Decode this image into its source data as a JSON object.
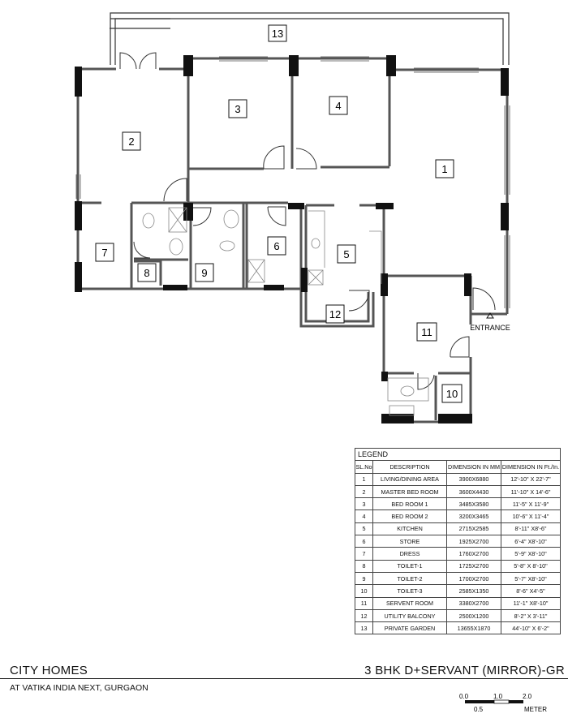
{
  "rooms": {
    "r1": "1",
    "r2": "2",
    "r3": "3",
    "r4": "4",
    "r5": "5",
    "r6": "6",
    "r7": "7",
    "r8": "8",
    "r9": "9",
    "r10": "10",
    "r11": "11",
    "r12": "12",
    "r13": "13"
  },
  "entrance_label": "ENTRANCE",
  "legend": {
    "title": "LEGEND",
    "headers": [
      "SL.No",
      "DESCRIPTION",
      "DIMENSION IN MM",
      "DIMENSION IN Ft./In."
    ],
    "rows": [
      [
        "1",
        "LIVING/DINING AREA",
        "3900X6880",
        "12'-10\" X 22'-7\""
      ],
      [
        "2",
        "MASTER BED ROOM",
        "3600X4430",
        "11'-10\" X 14'-6\""
      ],
      [
        "3",
        "BED ROOM 1",
        "3485X3580",
        "11'-5\" X 11'-9\""
      ],
      [
        "4",
        "BED ROOM 2",
        "3200X3465",
        "10'-6\" X 11'-4\""
      ],
      [
        "5",
        "KITCHEN",
        "2715X2585",
        "8'-11\" X8'-6\""
      ],
      [
        "6",
        "STORE",
        "1925X2700",
        "6'-4\" X8'-10\""
      ],
      [
        "7",
        "DRESS",
        "1760X2700",
        "5'-9\" X8'-10\""
      ],
      [
        "8",
        "TOILET-1",
        "1725X2700",
        "5'-8\" X 8'-10\""
      ],
      [
        "9",
        "TOILET-2",
        "1700X2700",
        "5'-7\" X8'-10\""
      ],
      [
        "10",
        "TOILET-3",
        "2585X1350",
        "8'-6\" X4'-5\""
      ],
      [
        "11",
        "SERVENT ROOM",
        "3380X2700",
        "11'-1\" X8'-10\""
      ],
      [
        "12",
        "UTILITY BALCONY",
        "2500X1200",
        "8'-2\" X 3'-11\""
      ],
      [
        "13",
        "PRIVATE GARDEN",
        "13655X1870",
        "44'-10\" X 6'-2\""
      ]
    ]
  },
  "footer": {
    "project": "CITY HOMES",
    "location": "AT VATIKA INDIA NEXT, GURGAON",
    "unit_type": "3 BHK D+SERVANT (MIRROR)-GR"
  },
  "scale": {
    "t0": "0.0",
    "t1": "1.0",
    "t2": "2.0",
    "half": "0.5",
    "unit": "METER"
  }
}
